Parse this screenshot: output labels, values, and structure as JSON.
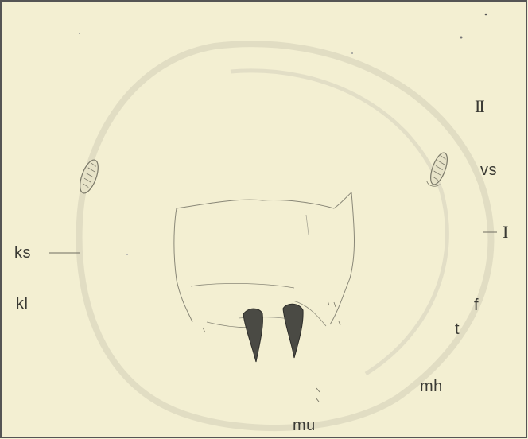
{
  "plate": {
    "background": "#f3efd2",
    "ink_color": "#3a3a34",
    "labels": {
      "ks": "ks",
      "kl": "kl",
      "vs": "vs",
      "roman_one": "I",
      "roman_two": "II",
      "f": "f",
      "t": "t",
      "mh": "mh",
      "mu": "mu"
    }
  }
}
